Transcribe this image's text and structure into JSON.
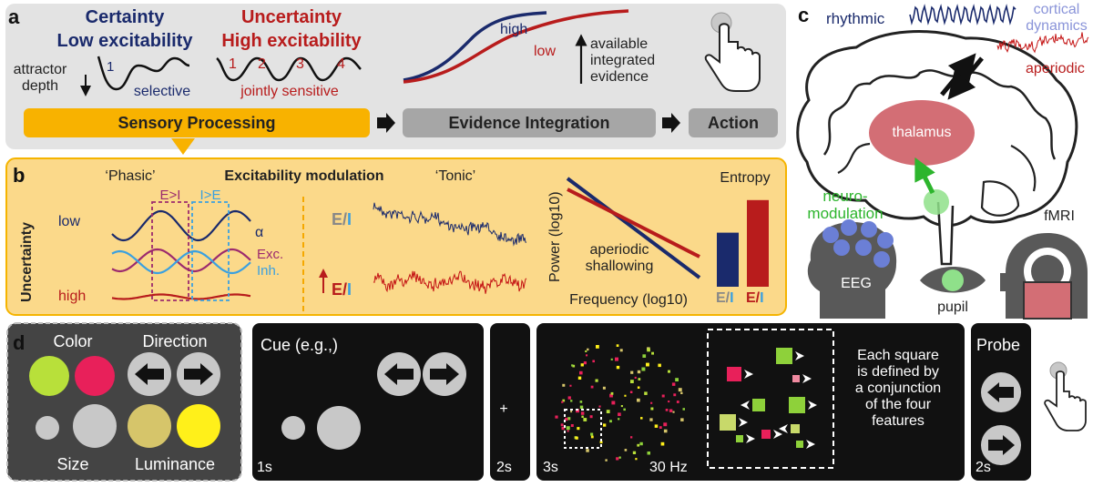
{
  "panel_a": {
    "letter": "a",
    "certainty_title": "Certainty",
    "low_excitability": "Low excitability",
    "uncertainty_title": "Uncertainty",
    "high_excitability": "High excitability",
    "attractor": "attractor",
    "depth": "depth",
    "well_one": "1",
    "selective": "selective",
    "wells": [
      "1",
      "2",
      "3",
      "4"
    ],
    "jointly_sensitive": "jointly sensitive",
    "curve_high": "high",
    "curve_low": "low",
    "evidence_note": "available\nintegrated\nevidence",
    "stage_sensory": "Sensory Processing",
    "stage_evidence": "Evidence Integration",
    "stage_action": "Action"
  },
  "panel_b": {
    "letter": "b",
    "phasic": "‘Phasic’",
    "excitability_modulation": "Excitability modulation",
    "tonic": "‘Tonic’",
    "uncertainty_axis": "Uncertainty",
    "low": "low",
    "high": "high",
    "e_gt_i": "E>I",
    "i_gt_e": "I>E",
    "alpha": "α",
    "exc": "Exc.",
    "inh": "Inh.",
    "ei_e": "E",
    "ei_slash": "/",
    "ei_i": "I",
    "power_axis": "Power (log10)",
    "frequency_axis": "Frequency (log10)",
    "aperiodic_shallowing": "aperiodic\nshallowing",
    "entropy": "Entropy",
    "entropy_bars": [
      0.53,
      0.85
    ]
  },
  "panel_c": {
    "letter": "c",
    "rhythmic": "rhythmic",
    "cortical_dynamics": "cortical\ndynamics",
    "aperiodic": "aperiodic",
    "thalamus": "thalamus",
    "neuromodulation": "neuro-\nmodulation",
    "fmri": "fMRI",
    "eeg": "EEG",
    "pupil": "pupil"
  },
  "panel_d": {
    "letter": "d",
    "color": "Color",
    "direction": "Direction",
    "size": "Size",
    "luminance": "Luminance",
    "cue": "Cue (e.g.,)",
    "cue_time": "1s",
    "fixation": "+",
    "fixation_time": "2s",
    "stim_time": "3s",
    "frequency": "30 Hz",
    "description": "Each square\nis defined by\na conjunction\nof the four\nfeatures",
    "probe": "Probe",
    "probe_time": "2s"
  },
  "colors": {
    "navy": "#1a2a6c",
    "red": "#b81c1c",
    "yellow_panel": "#fbd98a",
    "yellow_stage": "#f8b200",
    "grey_panel": "#e3e3e3",
    "grey_stage": "#a6a6a6",
    "green": "#2db52d",
    "thalamus": "#d36e75"
  }
}
